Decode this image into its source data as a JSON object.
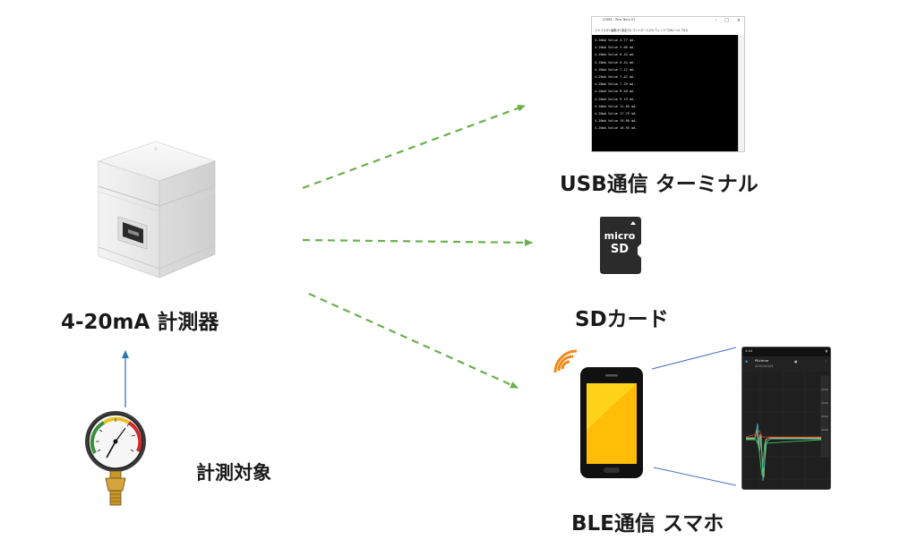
{
  "labels": {
    "device": "4-20mA 計測器",
    "target": "計測対象",
    "usb": "USB通信 ターミナル",
    "sd": "SDカード",
    "ble": "BLE通信 スマホ"
  },
  "sd_card": {
    "line1": "micro",
    "line2": "SD"
  },
  "terminal": {
    "title": "COM4 - Tera Term VT",
    "menu": "ファイル(F)  編集(E)  設定(S)  コントロール(O)  ウィンドウ(W)  ヘルプ(H)",
    "lines": [
      "4-20mA Value 4.77 mA.",
      "4-20mA Value 5.60 mA.",
      "4-20mA Value 6.44 mA.",
      "4-20mA Value 6.44 mA.",
      "4-20mA Value 7.12 mA.",
      "4-20mA Value 7.42 mA.",
      "4-20mA Value 7.29 mA.",
      "4-20mA Value 8.40 mA.",
      "4-20mA Value 9.19 mA.",
      "4-20mA Value 11.05 mA.",
      "4-20mA Value 17.75 mA.",
      "4-20mA Value 19.00 mA.",
      "4-20mA Value 18.95 mA."
    ]
  },
  "phone_screen": {
    "time": "4:44",
    "app_name": "Pitchme",
    "device_id": "4200mA/N"
  },
  "colors": {
    "arrow": "#6ab04c",
    "up_arrow": "#2e75b6",
    "phone_body": "#111111",
    "phone_screen": "#ffd319",
    "signal": "#f08a1c",
    "connector": "#4472c4"
  },
  "icons": [
    "device-photo",
    "pressure-gauge-icon",
    "terminal-screenshot",
    "microsd-icon",
    "smartphone-icon",
    "signal-icon",
    "phone-app-screenshot"
  ]
}
